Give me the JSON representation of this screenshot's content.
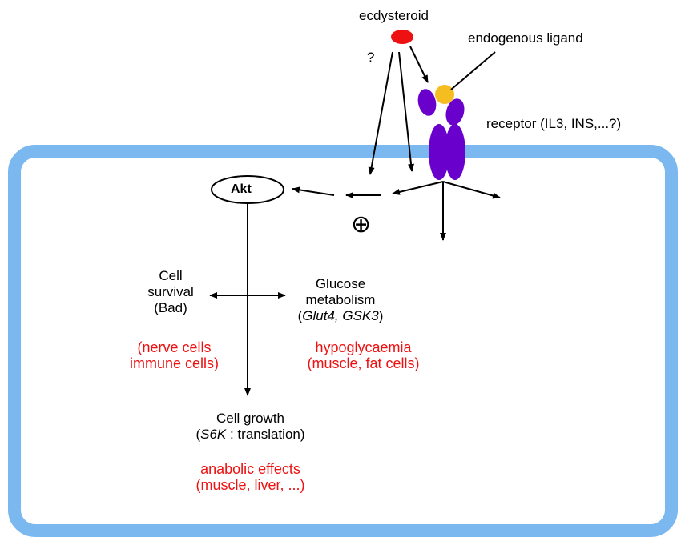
{
  "labels": {
    "ecdysteroid": "ecdysteroid",
    "endogenous_ligand": "endogenous ligand",
    "question": "?",
    "receptor": "receptor (IL3, INS,...?)",
    "akt": "Akt",
    "plus_symbol": "⊕"
  },
  "survival": {
    "line1": "Cell",
    "line2": "survival",
    "line3": "(Bad)",
    "effect1": "(nerve cells",
    "effect2": "immune cells)"
  },
  "glucose": {
    "line1": "Glucose",
    "line2": "metabolism",
    "paren_open": "(",
    "genes": "Glut4, GSK3",
    "paren_close": ")",
    "effect1": "hypoglycaemia",
    "effect2": "(muscle, fat cells)"
  },
  "growth": {
    "line1": "Cell growth",
    "paren_open": "(",
    "gene": "S6K",
    "rest": " : translation)",
    "effect1": "anabolic effects",
    "effect2": "(muscle, liver, ...)"
  },
  "colors": {
    "membrane": "#7ab8ef",
    "ecdysteroid_dot": "#ee1111",
    "ligand": "#f5bd1f",
    "receptor": "#6a00cc",
    "effect_text": "#ee1111"
  }
}
